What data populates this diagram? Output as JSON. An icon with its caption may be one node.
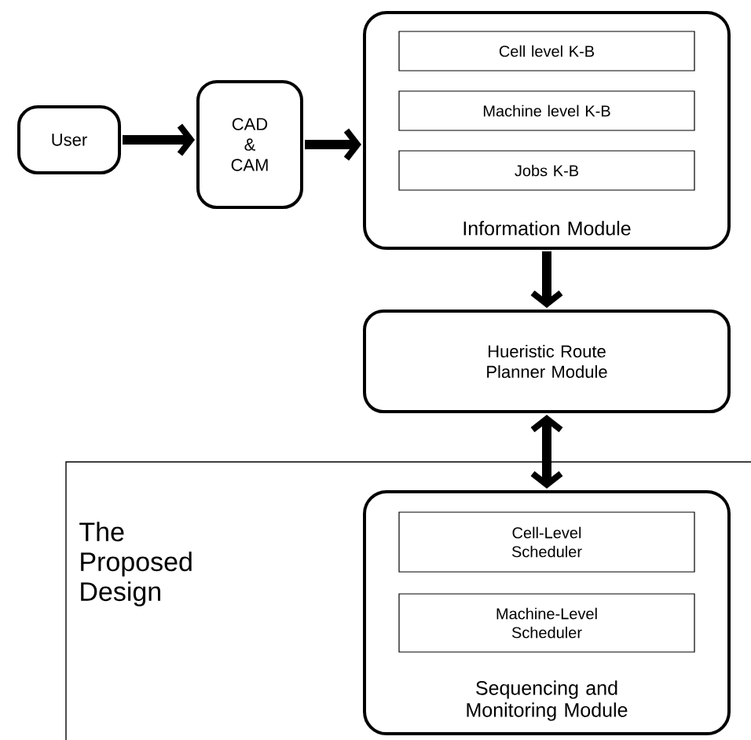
{
  "diagram": {
    "nodes": [
      {
        "text": [
          "User"
        ]
      },
      {
        "text": [
          "CAD & CAM"
        ]
      },
      {
        "text": [
          "Information Module"
        ]
      },
      {
        "text": [
          "Cell level K-B"
        ],
        "in": 2
      },
      {
        "text": [
          "Machine level K-B"
        ],
        "in": 2
      },
      {
        "text": [
          "Jobs K-B"
        ],
        "in": 2
      },
      {
        "text": [
          "Hueristic Route Planner Module"
        ]
      },
      {
        "text": [
          "The Proposed Design"
        ]
      },
      {
        "text": [
          "Sequencing and Monitoring Module"
        ],
        "in": 7
      },
      {
        "text": [
          "Cell-Level Scheduler"
        ],
        "in": 8
      },
      {
        "text": [
          "Machine-Level Scheduler"
        ],
        "in": 8
      }
    ],
    "edges": [
      {
        "from": 0,
        "to": 1,
        "arrow": "to"
      },
      {
        "from": 1,
        "to": 2,
        "arrow": "to"
      },
      {
        "from": 2,
        "to": 6,
        "arrow": "to"
      },
      {
        "from": 6,
        "to": 8,
        "arrow": "both"
      }
    ]
  }
}
